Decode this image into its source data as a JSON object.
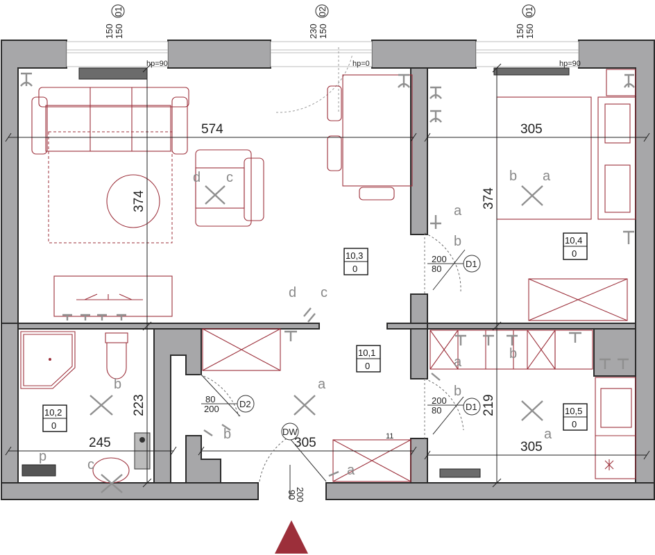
{
  "dimensions": {
    "living_width": "574",
    "living_depth": "374",
    "bedroom_width": "305",
    "bedroom_depth": "374",
    "bathroom_width": "245",
    "bathroom_depth": "223",
    "hall_width": "305",
    "kitchen_width": "305",
    "kitchen_depth": "219"
  },
  "windows": [
    {
      "sill": "150",
      "height": "150",
      "id": "01"
    },
    {
      "sill": "230",
      "height": "150",
      "id": "02"
    },
    {
      "sill": "150",
      "height": "150",
      "id": "01"
    }
  ],
  "radiators": {
    "left": "hp=90",
    "door": "hp=0",
    "right": "hp=90"
  },
  "doors": [
    {
      "id": "D1",
      "height": "200",
      "width": "80"
    },
    {
      "id": "D2",
      "height": "200",
      "width": "80"
    },
    {
      "id": "D1",
      "height": "200",
      "width": "80"
    },
    {
      "id": "DW",
      "height": "200",
      "width": "90"
    }
  ],
  "rooms": [
    {
      "area": "10,3",
      "floor": "0"
    },
    {
      "area": "10,4",
      "floor": "0"
    },
    {
      "area": "10,1",
      "floor": "0"
    },
    {
      "area": "10,2",
      "floor": "0"
    },
    {
      "area": "10,5",
      "floor": "0"
    }
  ],
  "outlet_letters": {
    "a": "a",
    "b": "b",
    "c": "c",
    "d": "d"
  },
  "misc": {
    "stair_mark": "11",
    "bath_mark": "p"
  },
  "colors": {
    "wall": "#a7a7a9",
    "furniture": "#9c2f3a",
    "entrance_arrow": "#9c2f3a",
    "symbols": "#8f8f8f"
  },
  "icons": [
    "socket-icon",
    "cross-marker-icon",
    "north-arrow-icon"
  ]
}
